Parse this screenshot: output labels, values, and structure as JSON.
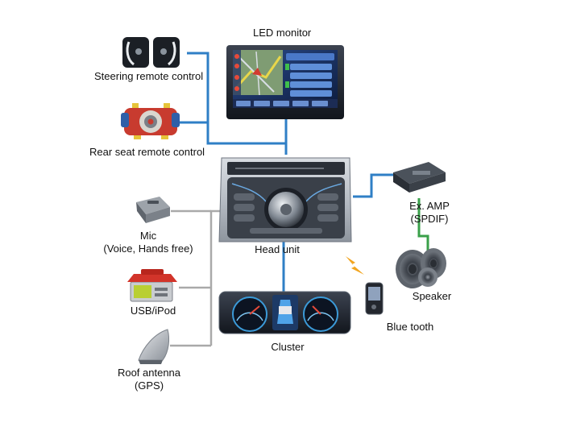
{
  "colors": {
    "blue_line": "#2f7fc6",
    "gray_line": "#a9a9a9",
    "green_line": "#3aa04a",
    "background": "#ffffff"
  },
  "labels": {
    "led_monitor": "LED monitor",
    "steering": "Steering remote control",
    "rear_seat": "Rear seat remote control",
    "mic_1": "Mic",
    "mic_2": "(Voice, Hands free)",
    "usb": "USB/iPod",
    "antenna_1": "Roof antenna",
    "antenna_2": "(GPS)",
    "head_unit": "Head unit",
    "cluster": "Cluster",
    "amp_1": "Ex. AMP",
    "amp_2": "(SPDIF)",
    "speaker": "Speaker",
    "bluetooth": "Blue tooth"
  },
  "icons": [
    "steering-remote-icon",
    "rear-seat-remote-icon",
    "led-monitor-icon",
    "head-unit-icon",
    "mic-icon",
    "usb-ipod-icon",
    "roof-antenna-icon",
    "cluster-icon",
    "amp-icon",
    "speaker-icon",
    "bluetooth-phone-icon",
    "wireless-bolt-icon"
  ]
}
